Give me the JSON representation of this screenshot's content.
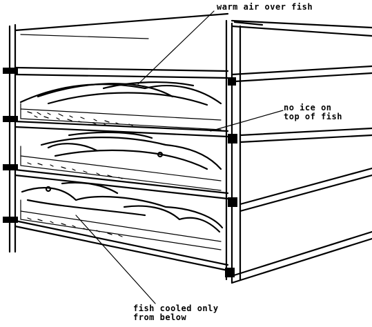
{
  "labels": {
    "warm_air": "warm air over fish",
    "no_ice_line1": "no ice on",
    "no_ice_line2": "top of fish",
    "cooled_line1": "fish cooled only",
    "cooled_line2": "from below"
  },
  "colors": {
    "ink": "#000000",
    "paper": "#ffffff"
  }
}
